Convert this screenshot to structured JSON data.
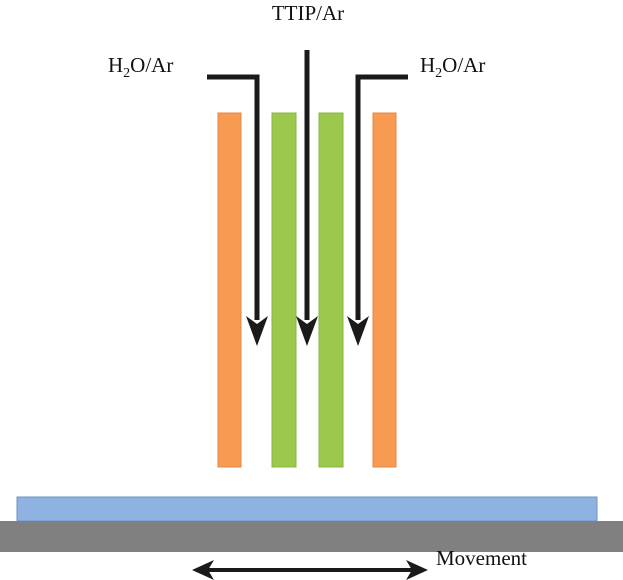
{
  "labels": {
    "center_gas": "TTIP/Ar",
    "left_gas_prefix": "H",
    "left_gas_subscript": "2",
    "left_gas_suffix": "O/Ar",
    "right_gas_prefix": "H",
    "right_gas_subscript": "2",
    "right_gas_suffix": "O/Ar",
    "movement": "Movement"
  },
  "colors": {
    "outer_plates": "#f79a52",
    "inner_plates": "#9cc94d",
    "substrate": "#8fb3e0",
    "stage": "#808080",
    "arrows": "#1a1a1a"
  }
}
